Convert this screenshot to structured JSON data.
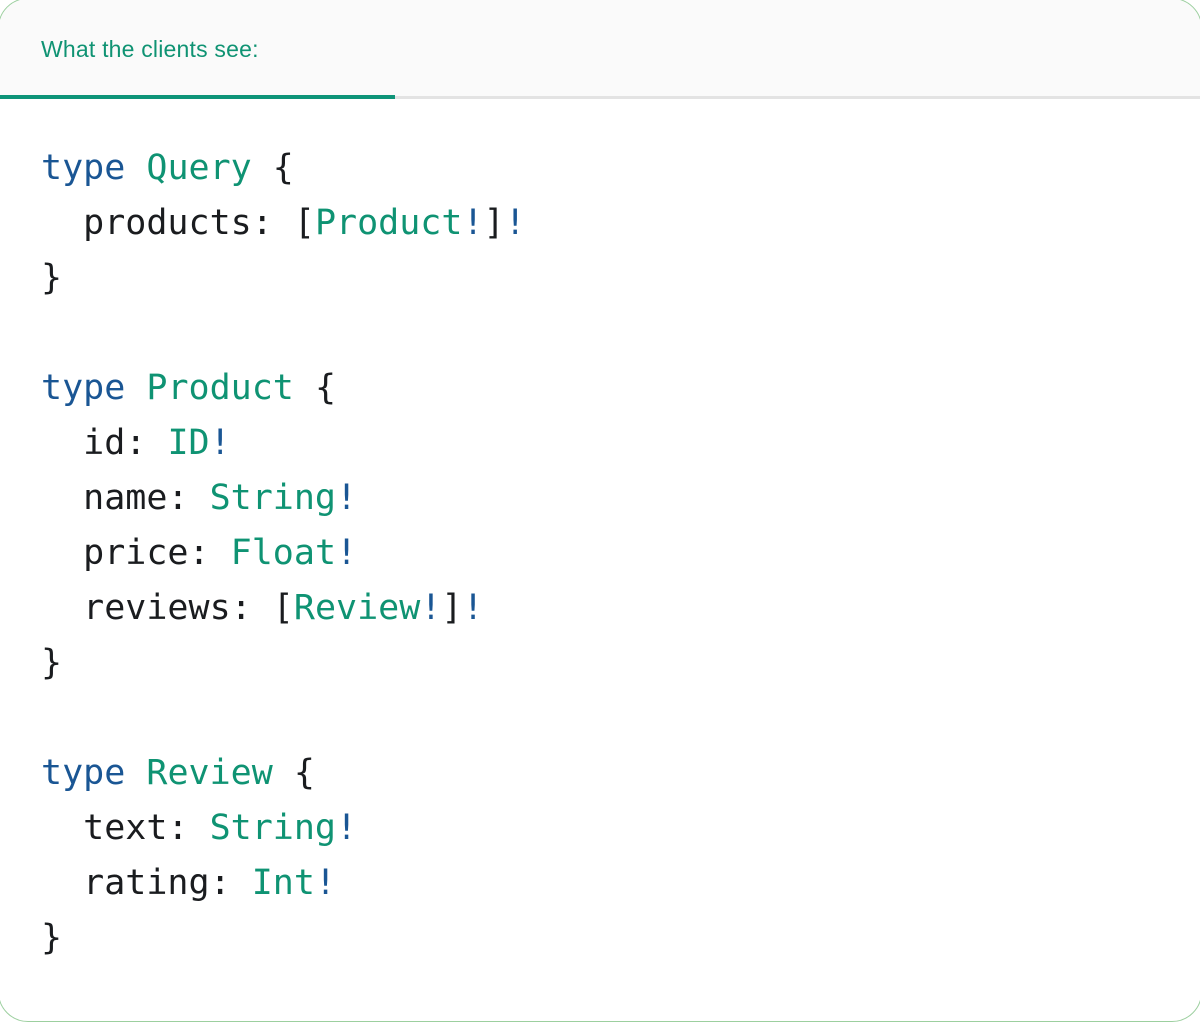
{
  "colors": {
    "green_type": "#0f9373",
    "teal_underline": "#0e9478",
    "keyword_blue": "#1a5694",
    "code_ink": "#1a1c1f",
    "header_background": "#fafafa",
    "divider_gray": "#e3e3e3",
    "card_border_green": "#9ccf9f"
  },
  "tab": {
    "label": "What the clients see:",
    "active": true
  },
  "code": {
    "language": "graphql",
    "lines": [
      {
        "tokens": [
          {
            "t": "type",
            "c": "kw"
          },
          {
            "t": " ",
            "c": "plain"
          },
          {
            "t": "Query",
            "c": "type"
          },
          {
            "t": " {",
            "c": "plain"
          }
        ]
      },
      {
        "tokens": [
          {
            "t": "  products: [",
            "c": "plain"
          },
          {
            "t": "Product",
            "c": "type"
          },
          {
            "t": "!",
            "c": "bang"
          },
          {
            "t": "]",
            "c": "plain"
          },
          {
            "t": "!",
            "c": "bang"
          }
        ]
      },
      {
        "tokens": [
          {
            "t": "}",
            "c": "plain"
          }
        ]
      },
      {
        "tokens": []
      },
      {
        "tokens": [
          {
            "t": "type",
            "c": "kw"
          },
          {
            "t": " ",
            "c": "plain"
          },
          {
            "t": "Product",
            "c": "type"
          },
          {
            "t": " {",
            "c": "plain"
          }
        ]
      },
      {
        "tokens": [
          {
            "t": "  id: ",
            "c": "plain"
          },
          {
            "t": "ID",
            "c": "type"
          },
          {
            "t": "!",
            "c": "bang"
          }
        ]
      },
      {
        "tokens": [
          {
            "t": "  name: ",
            "c": "plain"
          },
          {
            "t": "String",
            "c": "type"
          },
          {
            "t": "!",
            "c": "bang"
          }
        ]
      },
      {
        "tokens": [
          {
            "t": "  price: ",
            "c": "plain"
          },
          {
            "t": "Float",
            "c": "type"
          },
          {
            "t": "!",
            "c": "bang"
          }
        ]
      },
      {
        "tokens": [
          {
            "t": "  reviews: [",
            "c": "plain"
          },
          {
            "t": "Review",
            "c": "type"
          },
          {
            "t": "!",
            "c": "bang"
          },
          {
            "t": "]",
            "c": "plain"
          },
          {
            "t": "!",
            "c": "bang"
          }
        ]
      },
      {
        "tokens": [
          {
            "t": "}",
            "c": "plain"
          }
        ]
      },
      {
        "tokens": []
      },
      {
        "tokens": [
          {
            "t": "type",
            "c": "kw"
          },
          {
            "t": " ",
            "c": "plain"
          },
          {
            "t": "Review",
            "c": "type"
          },
          {
            "t": " {",
            "c": "plain"
          }
        ]
      },
      {
        "tokens": [
          {
            "t": "  text: ",
            "c": "plain"
          },
          {
            "t": "String",
            "c": "type"
          },
          {
            "t": "!",
            "c": "bang"
          }
        ]
      },
      {
        "tokens": [
          {
            "t": "  rating: ",
            "c": "plain"
          },
          {
            "t": "Int",
            "c": "type"
          },
          {
            "t": "!",
            "c": "bang"
          }
        ]
      },
      {
        "tokens": [
          {
            "t": "}",
            "c": "plain"
          }
        ]
      }
    ]
  }
}
